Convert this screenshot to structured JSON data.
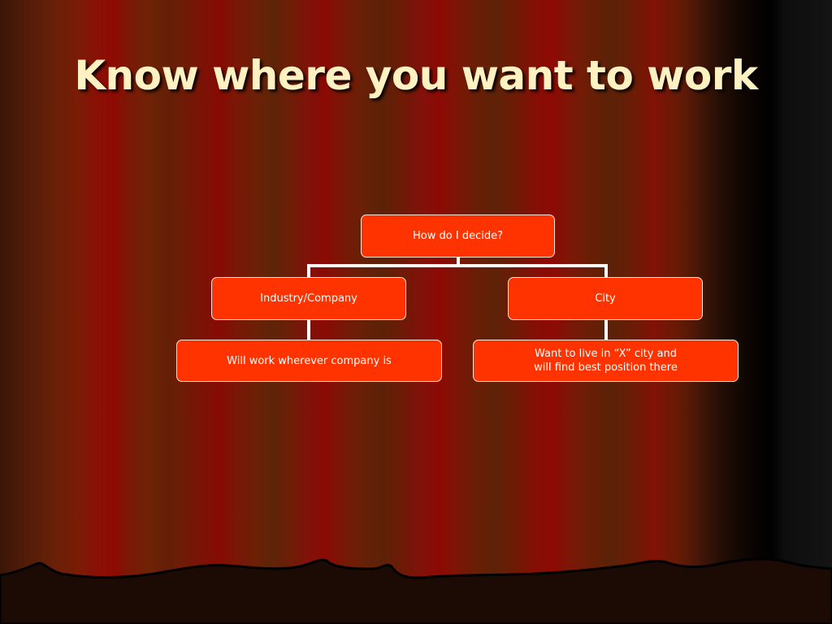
{
  "slide": {
    "title": "Know where you want to work"
  },
  "diagram": {
    "root": {
      "label": "How do I decide?"
    },
    "branches": [
      {
        "label": "Industry/Company",
        "child": {
          "label": "Will work wherever company is"
        }
      },
      {
        "label": "City",
        "child": {
          "label": "Want to live in “X” city and\nwill find best position there"
        }
      }
    ]
  },
  "colors": {
    "node_fill": "#ff3300",
    "node_border": "#ffe6d9",
    "title_text": "#fff2c2",
    "connector": "#ffffff"
  }
}
